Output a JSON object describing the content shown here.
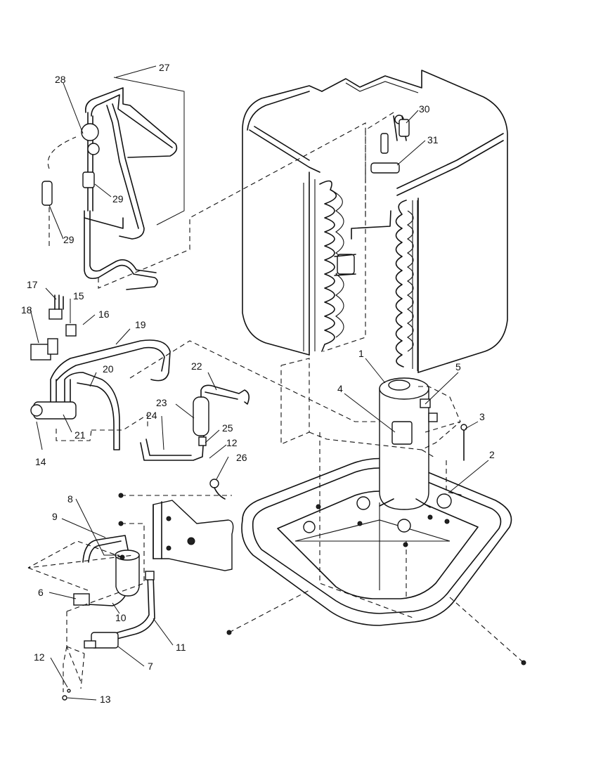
{
  "callouts": [
    "1",
    "2",
    "3",
    "4",
    "5",
    "6",
    "7",
    "8",
    "9",
    "10",
    "11",
    "12",
    "12",
    "13",
    "14",
    "15",
    "16",
    "17",
    "18",
    "19",
    "20",
    "21",
    "22",
    "23",
    "24",
    "25",
    "26",
    "27",
    "28",
    "29",
    "29",
    "30",
    "31"
  ]
}
